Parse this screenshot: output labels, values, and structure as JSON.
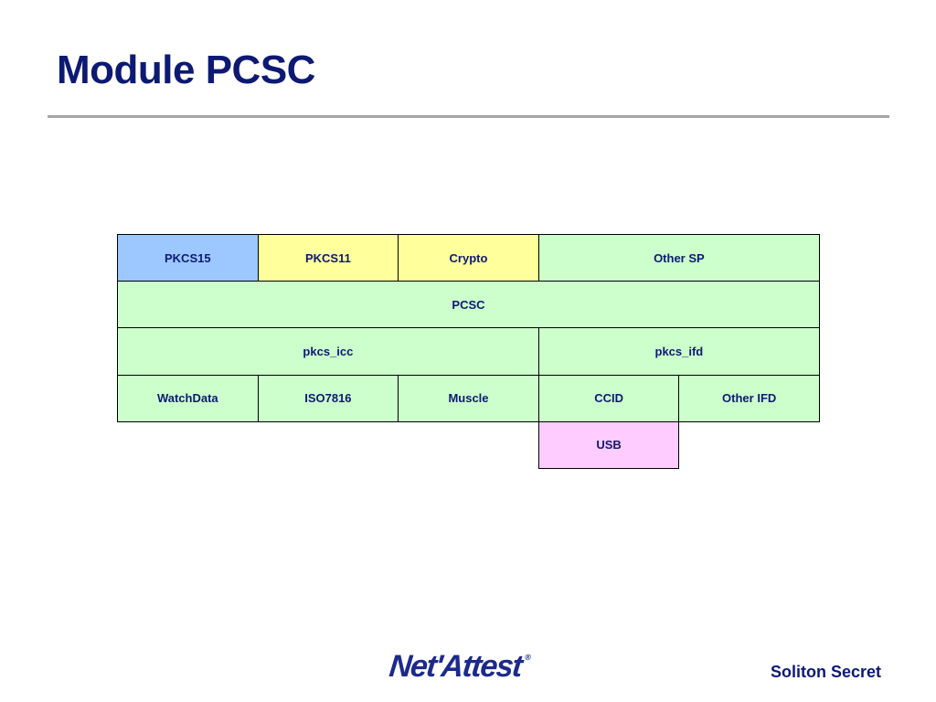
{
  "slide": {
    "title": "Module PCSC",
    "footer": "Soliton Secret"
  },
  "logo": {
    "text": "Net'Attest",
    "mark": "®"
  },
  "diagram": {
    "row1": [
      "PKCS15",
      "PKCS11",
      "Crypto",
      "Other SP"
    ],
    "row2": [
      "PCSC"
    ],
    "row3": [
      "pkcs_icc",
      "pkcs_ifd"
    ],
    "row4": [
      "WatchData",
      "ISO7816",
      "Muscle",
      "CCID",
      "Other IFD"
    ],
    "row5": [
      "USB"
    ]
  },
  "colors": {
    "title": "#0d1a73",
    "blue_cell": "#9cc8ff",
    "yellow_cell": "#ffff9c",
    "green_cell": "#ccffcc",
    "pink_cell": "#ffccff",
    "rule": "#a6a6a6"
  }
}
